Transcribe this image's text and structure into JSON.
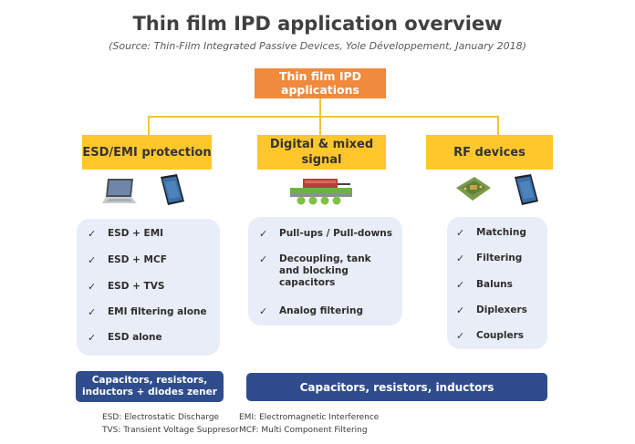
{
  "header": {
    "title": "Thin film IPD application overview",
    "source": "(Source: Thin-Film Integrated Passive Devices, Yole Développement, January 2018)"
  },
  "root": {
    "label": "Thin film IPD applications"
  },
  "categories": [
    {
      "label": "ESD/EMI protection",
      "icons": [
        "laptop-icon",
        "smartphone-icon"
      ],
      "items": [
        "ESD + EMI",
        "ESD + MCF",
        "ESD + TVS",
        "EMI filtering alone",
        "ESD alone"
      ],
      "components": "Capacitors, resistors, inductors + diodes zener"
    },
    {
      "label": "Digital & mixed signal",
      "icons": [
        "chip-package-icon"
      ],
      "items": [
        "Pull-ups / Pull-downs",
        "Decoupling, tank and blocking capacitors",
        "Analog filtering"
      ]
    },
    {
      "label": "RF devices",
      "icons": [
        "circuit-board-icon",
        "smartphone-icon"
      ],
      "items": [
        "Matching",
        "Filtering",
        "Baluns",
        "Diplexers",
        "Couplers"
      ]
    }
  ],
  "shared_components": "Capacitors, resistors, inductors",
  "legend": {
    "esd": "ESD: Electrostatic Discharge",
    "emi": "EMI: Electromagnetic Interference",
    "tvs": "TVS: Transient Voltage Suppresor",
    "mcf": "MCF: Multi Component Filtering"
  },
  "colors": {
    "root": "#f08a3c",
    "category": "#ffc72c",
    "list_background": "#e9edf7",
    "component_box": "#2f4d8c"
  }
}
